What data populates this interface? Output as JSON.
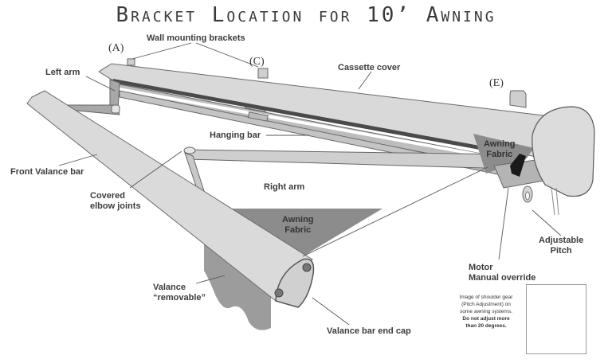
{
  "title": "Bracket Location for 10’ Awning",
  "bracket_markers": {
    "a": "(A)",
    "c": "(C)",
    "e": "(E)"
  },
  "labels": {
    "wall_mounting_brackets": "Wall mounting brackets",
    "left_arm": "Left arm",
    "cassette_cover": "Cassette cover",
    "hanging_bar": "Hanging bar",
    "front_valance_bar": "Front Valance bar",
    "right_arm": "Right arm",
    "covered_elbow_joints_line1": "Covered",
    "covered_elbow_joints_line2": "elbow joints",
    "awning_fabric_center_line1": "Awning",
    "awning_fabric_center_line2": "Fabric",
    "awning_fabric_right_line1": "Awning",
    "awning_fabric_right_line2": "Fabric",
    "valance_line1": "Valance",
    "valance_line2": "“removable”",
    "valance_bar_end_cap": "Valance bar end cap",
    "adjustable_pitch_line1": "Adjustable",
    "adjustable_pitch_line2": "Pitch",
    "motor_line1": "Motor",
    "motor_line2": "Manual override"
  },
  "inset": {
    "line1": "Image of shoulder gear",
    "line2": "(Pitch Adjustment) on",
    "line3": "some awning systems.",
    "warning_line1": "Do not adjust more",
    "warning_line2": "than 20 degrees."
  },
  "colors": {
    "cassette": "#d9d9d9",
    "fabric": "#8c8c8c",
    "arm": "#c8c8c8",
    "outline": "#555555",
    "handle": "#1a1a1a"
  }
}
